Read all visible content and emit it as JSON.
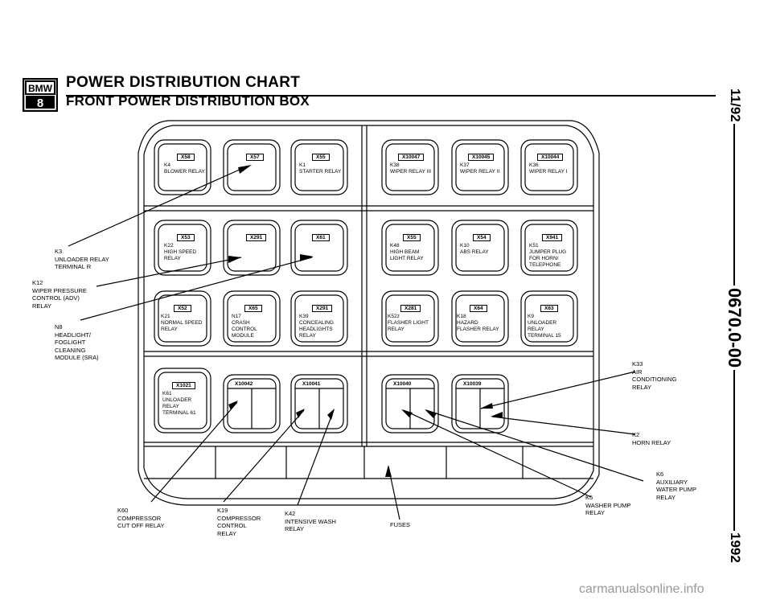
{
  "header": {
    "logo_top": "BMW",
    "logo_bottom": "8",
    "title": "POWER DISTRIBUTION CHART",
    "subtitle": "FRONT POWER DISTRIBUTION BOX"
  },
  "side": {
    "date": "11/92",
    "code": "0670.0-00",
    "year": "1992"
  },
  "relays": {
    "r1": {
      "tag": "X58",
      "text": "K4\nBLOWER RELAY"
    },
    "r2": {
      "tag": "X57",
      "text": ""
    },
    "r3": {
      "tag": "X55",
      "text": "K1\nSTARTER RELAY"
    },
    "r4": {
      "tag": "X10047",
      "text": "K38\nWIPER RELAY III"
    },
    "r5": {
      "tag": "X10045",
      "text": "K37\nWIPER RELAY II"
    },
    "r6": {
      "tag": "X10044",
      "text": "K36\nWIPER RELAY I"
    },
    "r7": {
      "tag": "X53",
      "text": "K22\nHIGH SPEED\nRELAY"
    },
    "r8": {
      "tag": "X291",
      "text": ""
    },
    "r9": {
      "tag": "X61",
      "text": ""
    },
    "r10": {
      "tag": "X55",
      "text": "K48\nHIGH BEAM\nLIGHT RELAY"
    },
    "r11": {
      "tag": "X54",
      "text": "K10\nABS RELAY"
    },
    "r12": {
      "tag": "X941",
      "text": "K51\nJUMPER PLUG\nFOR HORN/\nTELEPHONE"
    },
    "r13": {
      "tag": "X52",
      "text": "K21\nNORMAL SPEED\nRELAY"
    },
    "r14": {
      "tag": "X65",
      "text": "N17\nCRASH\nCONTROL\nMODULE"
    },
    "r15": {
      "tag": "X291",
      "text": "K39\nCONCEALING\nHEADLIGHTS\nRELAY"
    },
    "r16": {
      "tag": "X281",
      "text": "K52z\nFLASHER LIGHT\nRELAY"
    },
    "r17": {
      "tag": "X64",
      "text": "K18\nHAZARD\nFLASHER RELAY"
    },
    "r18": {
      "tag": "X63",
      "text": "K9\nUNLOADER\nRELAY\nTERMINAL 15"
    },
    "r19": {
      "tag": "X1021",
      "text": "K61\nUNLOADER\nRELAY\nTERMINAL 61"
    },
    "r20": {
      "tag": "X10042",
      "text": ""
    },
    "r21": {
      "tag": "X10041",
      "text": ""
    },
    "r22": {
      "tag": "X10040",
      "text": ""
    },
    "r23": {
      "tag": "X10039",
      "text": ""
    }
  },
  "callouts": {
    "k3": "K3\nUNLOADER RELAY\nTERMINAL R",
    "k12": "K12\nWIPER PRESSURE\nCONTROL (ADV)\nRELAY",
    "n8": "N8\nHEADLIGHT/\nFOGLIGHT\nCLEANING\nMODULE (SRA)",
    "k33": "K33\nAIR\nCONDITIONING\nRELAY",
    "k2": "K2\nHORN RELAY",
    "k6": "K6\nAUXILIARY\nWATER PUMP\nRELAY",
    "k5": "K5\nWASHER PUMP\nRELAY",
    "k60": "K60\nCOMPRESSOR\nCUT OFF RELAY",
    "k19": "K19\nCOMPRESSOR\nCONTROL\nRELAY",
    "k42": "K42\nINTENSIVE WASH\nRELAY",
    "fuses": "FUSES"
  },
  "watermark": "carmanualsonline.info"
}
